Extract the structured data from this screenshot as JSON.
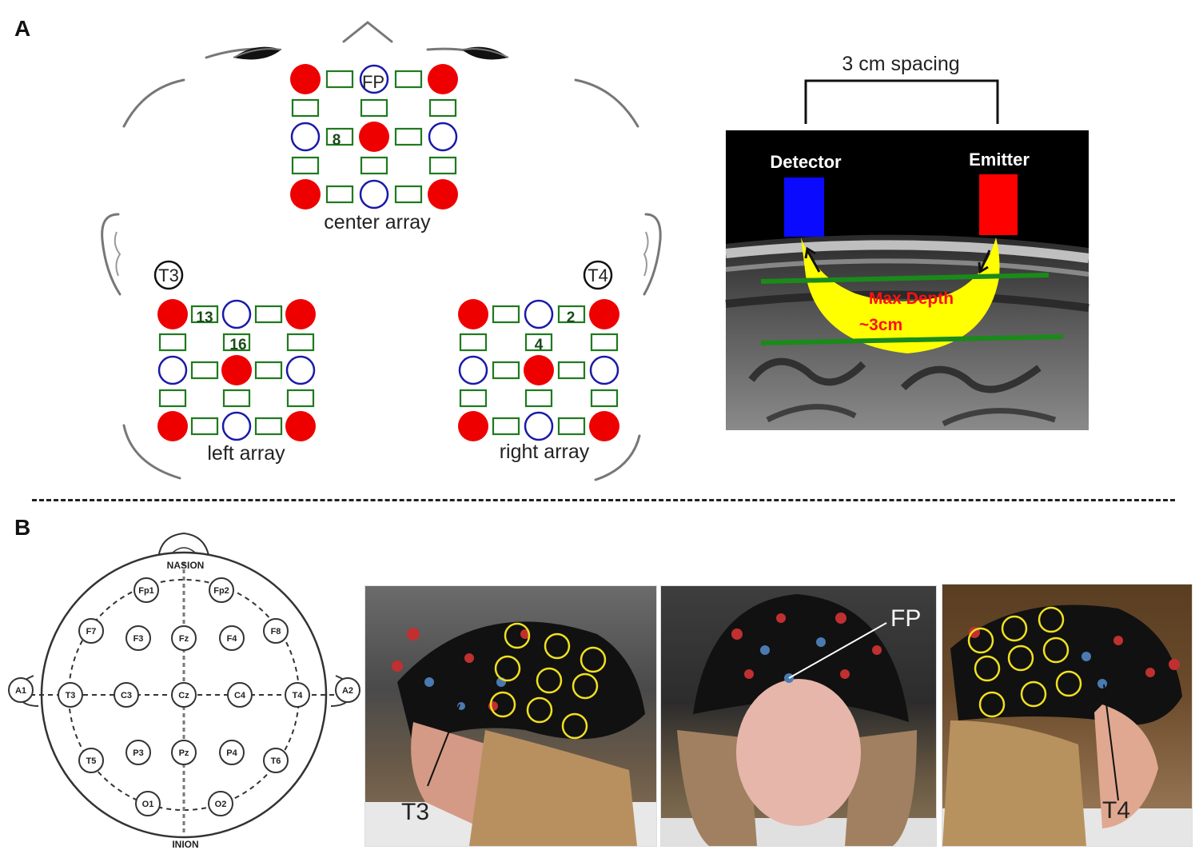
{
  "panels": {
    "a_label": "A",
    "b_label": "B"
  },
  "arrays": {
    "center": {
      "title": "center array",
      "fp_label": "FP",
      "channel_number": "8"
    },
    "left": {
      "title": "left array",
      "landmark": "T3",
      "channel_numbers": [
        "13",
        "16"
      ]
    },
    "right": {
      "title": "right array",
      "landmark": "T4",
      "channel_numbers": [
        "2",
        "4"
      ]
    }
  },
  "mri": {
    "spacing_label": "3 cm spacing",
    "detector_label": "Detector",
    "emitter_label": "Emitter",
    "depth_line1": "Max Depth",
    "depth_line2": "~3cm"
  },
  "eeg": {
    "nasion": "NASION",
    "inion": "INION",
    "electrodes": [
      "Fp1",
      "Fp2",
      "F7",
      "F3",
      "Fz",
      "F4",
      "F8",
      "A1",
      "T3",
      "C3",
      "Cz",
      "C4",
      "T4",
      "A2",
      "T5",
      "P3",
      "Pz",
      "P4",
      "T6",
      "O1",
      "O2"
    ]
  },
  "photos": {
    "left_label": "T3",
    "front_label": "FP",
    "right_label": "T4"
  },
  "colors": {
    "emitter_red": "#ee0000",
    "detector_blue": "#1a1aa8",
    "channel_green": "#1e7a1e",
    "highlight_yellow": "#f0e020"
  }
}
